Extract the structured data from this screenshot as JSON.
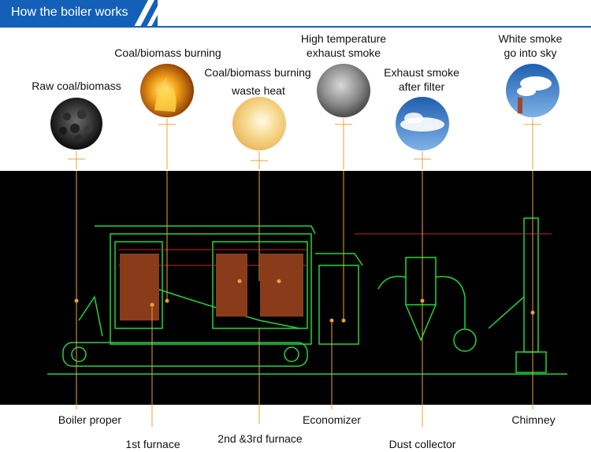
{
  "header": {
    "title": "How the boiler works",
    "accent": "#1460b8"
  },
  "colors": {
    "connector": "#e8a33a",
    "drawing_bg": "#000000",
    "drawing_line": "#22d63a"
  },
  "top_labels": {
    "raw_coal": "Raw coal/biomass",
    "burning": "Coal/biomass burning",
    "waste_heat_1": "Coal/biomass burning",
    "waste_heat_2": "waste heat",
    "high_temp_1": "High temperature",
    "high_temp_2": "exhaust smoke",
    "after_filter_1": "Exhaust smoke",
    "after_filter_2": "after filter",
    "white_smoke_1": "White smoke",
    "white_smoke_2": "go into sky"
  },
  "bottom_labels": {
    "boiler_proper": "Boiler proper",
    "furnace_1": "1st furnace",
    "furnace_23": "2nd &3rd furnace",
    "economizer": "Economizer",
    "dust_collector": "Dust collector",
    "chimney": "Chimney"
  },
  "icons": [
    "coal-photo",
    "fire-photo",
    "waste-heat-photo",
    "smoke-photo",
    "filtered-smoke-photo",
    "white-smoke-photo"
  ]
}
